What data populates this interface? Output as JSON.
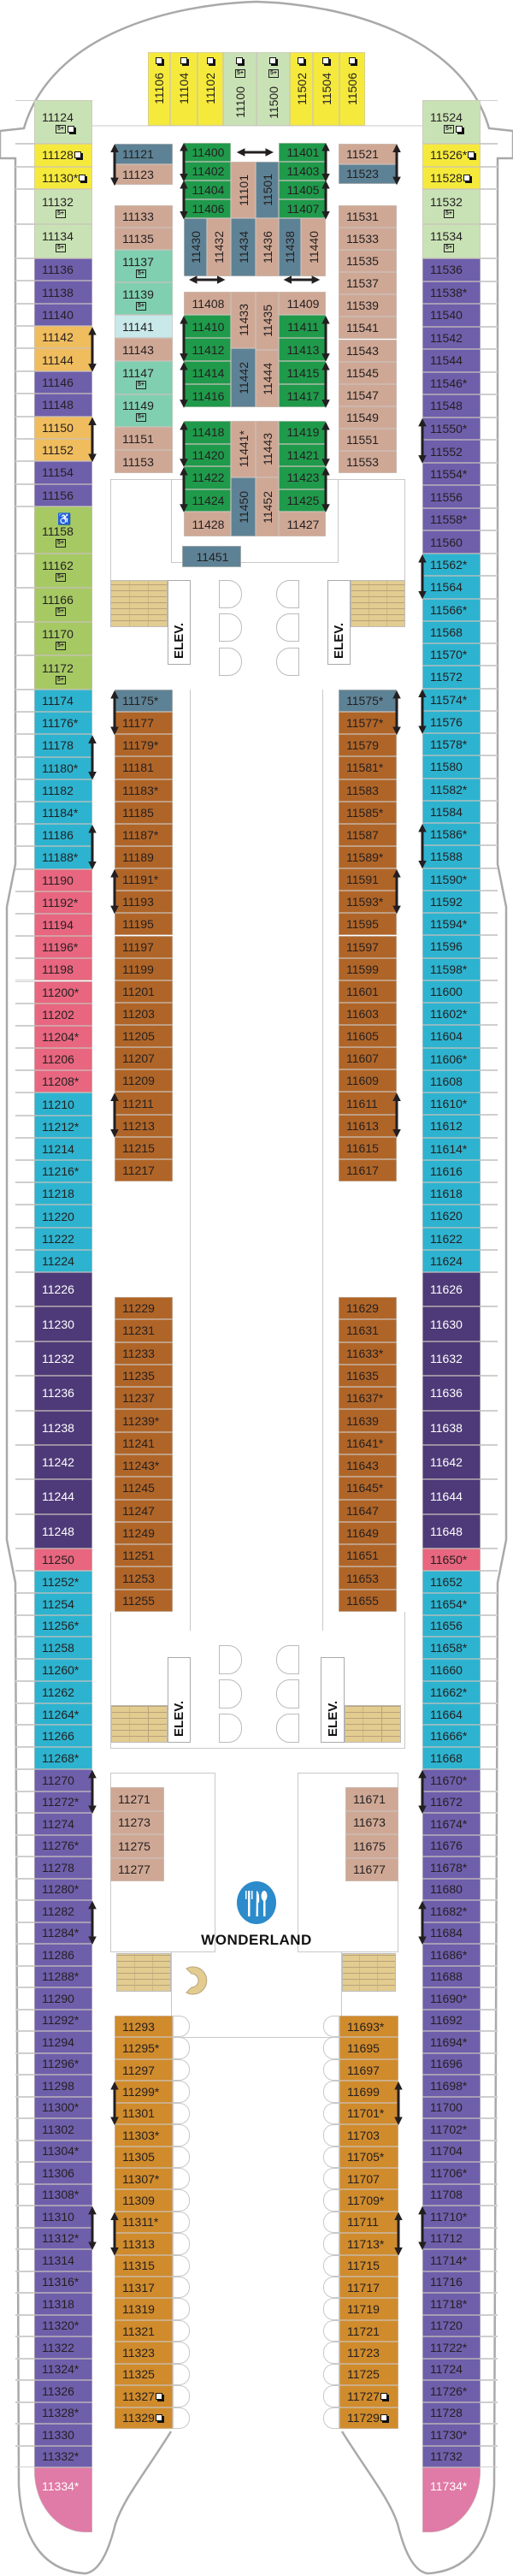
{
  "categories": {
    "yellow": {
      "bg": "#f5ea3c",
      "fg": "#231f20"
    },
    "lightgreen": {
      "bg": "#c9e2b5",
      "fg": "#231f20"
    },
    "green": {
      "bg": "#a6c964",
      "fg": "#231f20"
    },
    "purple": {
      "bg": "#6e5fab",
      "fg": "#231f20"
    },
    "orange": {
      "bg": "#f0bd5e",
      "fg": "#231f20"
    },
    "tan": {
      "bg": "#cfa895",
      "fg": "#231f20"
    },
    "slate": {
      "bg": "#5e8295",
      "fg": "#231f20"
    },
    "darkgreen": {
      "bg": "#1f9a4b",
      "fg": "#231f20"
    },
    "teal": {
      "bg": "#80cfb0",
      "fg": "#231f20"
    },
    "lightcyan": {
      "bg": "#c8e8ea",
      "fg": "#231f20"
    },
    "cyan": {
      "bg": "#2db3cf",
      "fg": "#231f20"
    },
    "pink": {
      "bg": "#e8667f",
      "fg": "#231f20"
    },
    "darkpurple": {
      "bg": "#4e3a78",
      "fg": "#ffffff"
    },
    "brown": {
      "bg": "#b06528",
      "fg": "#231f20"
    },
    "amber": {
      "bg": "#d08b2c",
      "fg": "#231f20"
    },
    "pinktail": {
      "bg": "#e07aa6",
      "fg": "#ffffff"
    }
  },
  "labels": {
    "elevator": "ELEV.",
    "restaurant": "WONDERLAND",
    "five_plus_icon": "5+"
  },
  "bow_cabins": [
    {
      "n": "11106",
      "cat": "yellow"
    },
    {
      "n": "11104",
      "cat": "yellow"
    },
    {
      "n": "11102",
      "cat": "yellow"
    },
    {
      "n": "11100",
      "cat": "lightgreen"
    },
    {
      "n": "11500",
      "cat": "lightgreen"
    },
    {
      "n": "11502",
      "cat": "yellow"
    },
    {
      "n": "11504",
      "cat": "yellow"
    },
    {
      "n": "11506",
      "cat": "yellow"
    }
  ],
  "columns": {
    "left_outer": [
      {
        "cat": "lightgreen",
        "cabins": [
          "11124"
        ]
      },
      {
        "cat": "yellow",
        "cabins": [
          "11128",
          "11130*"
        ]
      },
      {
        "cat": "lightgreen",
        "cabins": [
          "11132",
          "11134"
        ]
      },
      {
        "cat": "purple",
        "cabins": [
          "11136",
          "11138",
          "11140"
        ]
      },
      {
        "cat": "orange",
        "cabins": [
          "11142",
          "11144"
        ]
      },
      {
        "cat": "purple",
        "cabins": [
          "11146",
          "11148"
        ]
      },
      {
        "cat": "orange",
        "cabins": [
          "11150",
          "11152"
        ]
      },
      {
        "cat": "purple",
        "cabins": [
          "11154",
          "11156"
        ]
      },
      {
        "cat": "green",
        "cabins": [
          "11158",
          "11162",
          "11166",
          "11170",
          "11172"
        ]
      },
      {
        "cat": "cyan",
        "cabins": [
          "11174",
          "11176*",
          "11178",
          "11180*",
          "11182",
          "11184*",
          "11186",
          "11188*"
        ]
      },
      {
        "cat": "pink",
        "cabins": [
          "11190",
          "11192*",
          "11194",
          "11196*",
          "11198",
          "11200*",
          "11202",
          "11204*",
          "11206",
          "11208*"
        ]
      },
      {
        "cat": "cyan",
        "cabins": [
          "11210",
          "11212*",
          "11214",
          "11216*",
          "11218",
          "11220",
          "11222",
          "11224"
        ]
      },
      {
        "cat": "darkpurple",
        "cabins": [
          "11226",
          "11230",
          "11232",
          "11236",
          "11238",
          "11242",
          "11244",
          "11248"
        ]
      },
      {
        "cat": "pink",
        "cabins": [
          "11250"
        ]
      },
      {
        "cat": "cyan",
        "cabins": [
          "11252*",
          "11254",
          "11256*",
          "11258",
          "11260*",
          "11262",
          "11264*",
          "11266",
          "11268*"
        ]
      },
      {
        "cat": "purple",
        "cabins": [
          "11270",
          "11272*",
          "11274",
          "11276*",
          "11278",
          "11280*",
          "11282",
          "11284*",
          "11286",
          "11288*",
          "11290",
          "11292*",
          "11294",
          "11296*",
          "11298",
          "11300*",
          "11302",
          "11304*",
          "11306",
          "11308*",
          "11310",
          "11312*",
          "11314",
          "11316*",
          "11318",
          "11320*",
          "11322",
          "11324*",
          "11326",
          "11328*",
          "11330",
          "11332*"
        ]
      },
      {
        "cat": "pinktail",
        "cabins": [
          "11334*"
        ]
      }
    ],
    "right_outer": [
      {
        "cat": "lightgreen",
        "cabins": [
          "11524"
        ]
      },
      {
        "cat": "yellow",
        "cabins": [
          "11526*",
          "11528"
        ]
      },
      {
        "cat": "lightgreen",
        "cabins": [
          "11532",
          "11534"
        ]
      },
      {
        "cat": "purple",
        "cabins": [
          "11536",
          "11538*",
          "11540",
          "11542",
          "11544",
          "11546*",
          "11548",
          "11550*",
          "11552",
          "11554*",
          "11556",
          "11558*",
          "11560"
        ]
      },
      {
        "cat": "cyan",
        "cabins": [
          "11562*",
          "11564",
          "11566*",
          "11568",
          "11570*",
          "11572",
          "11574*",
          "11576",
          "11578*",
          "11580",
          "11582*",
          "11584",
          "11586*",
          "11588",
          "11590*",
          "11592",
          "11594*",
          "11596",
          "11598*",
          "11600",
          "11602*",
          "11604",
          "11606*",
          "11608",
          "11610*",
          "11612",
          "11614*",
          "11616",
          "11618",
          "11620",
          "11622",
          "11624"
        ]
      },
      {
        "cat": "darkpurple",
        "cabins": [
          "11626",
          "11630",
          "11632",
          "11636",
          "11638",
          "11642",
          "11644",
          "11648"
        ]
      },
      {
        "cat": "pink",
        "cabins": [
          "11650*"
        ]
      },
      {
        "cat": "cyan",
        "cabins": [
          "11652",
          "11654*",
          "11656",
          "11658*",
          "11660",
          "11662*",
          "11664",
          "11666*",
          "11668"
        ]
      },
      {
        "cat": "purple",
        "cabins": [
          "11670*",
          "11672",
          "11674*",
          "11676",
          "11678*",
          "11680",
          "11682*",
          "11684",
          "11686*",
          "11688",
          "11690*",
          "11692",
          "11694*",
          "11696",
          "11698*",
          "11700",
          "11702*",
          "11704",
          "11706*",
          "11708",
          "11710*",
          "11712",
          "11714*",
          "11716",
          "11718*",
          "11720",
          "11722*",
          "11724",
          "11726*",
          "11728",
          "11730*",
          "11732"
        ]
      },
      {
        "cat": "pinktail",
        "cabins": [
          "11734*"
        ]
      }
    ],
    "inner_left": [
      {
        "cat": "slate",
        "cabins": [
          "11121"
        ]
      },
      {
        "cat": "tan",
        "cabins": [
          "11123",
          "11133",
          "11135"
        ]
      },
      {
        "cat": "teal",
        "cabins": [
          "11137",
          "11139"
        ]
      },
      {
        "cat": "lightcyan",
        "cabins": [
          "11141"
        ]
      },
      {
        "cat": "tan",
        "cabins": [
          "11143"
        ]
      },
      {
        "cat": "teal",
        "cabins": [
          "11147",
          "11149"
        ]
      },
      {
        "cat": "tan",
        "cabins": [
          "11151",
          "11153"
        ]
      },
      {
        "cat": "slate",
        "cabins": [
          "11175*"
        ]
      },
      {
        "cat": "brown",
        "cabins": [
          "11177",
          "11179*",
          "11181",
          "11183*",
          "11185",
          "11187*",
          "11189",
          "11191*",
          "11193",
          "11195",
          "11197",
          "11199",
          "11201",
          "11203",
          "11205",
          "11207",
          "11209",
          "11211",
          "11213",
          "11215",
          "11217"
        ]
      },
      {
        "cat": "brown",
        "cabins": [
          "11229",
          "11231",
          "11233",
          "11235",
          "11237",
          "11239*",
          "11241",
          "11243*",
          "11245",
          "11247",
          "11249",
          "11251",
          "11253",
          "11255"
        ]
      }
    ],
    "inner_right": [
      {
        "cat": "tan",
        "cabins": [
          "11521"
        ]
      },
      {
        "cat": "slate",
        "cabins": [
          "11523"
        ]
      },
      {
        "cat": "tan",
        "cabins": [
          "11531",
          "11533",
          "11535",
          "11537",
          "11539",
          "11541",
          "11543",
          "11545",
          "11547",
          "11549",
          "11551",
          "11553"
        ]
      },
      {
        "cat": "slate",
        "cabins": [
          "11575*"
        ]
      },
      {
        "cat": "brown",
        "cabins": [
          "11577*",
          "11579",
          "11581*",
          "11583",
          "11585*",
          "11587",
          "11589*",
          "11591",
          "11593*",
          "11595",
          "11597",
          "11599",
          "11601",
          "11603",
          "11605",
          "11607",
          "11609",
          "11611",
          "11613",
          "11615",
          "11617"
        ]
      },
      {
        "cat": "brown",
        "cabins": [
          "11629",
          "11631",
          "11633*",
          "11635",
          "11637*",
          "11639",
          "11641*",
          "11643",
          "11645*",
          "11647",
          "11649",
          "11651",
          "11653",
          "11655"
        ]
      }
    ],
    "wonderland_left": [
      {
        "cat": "tan",
        "cabins": [
          "11271",
          "11273",
          "11275",
          "11277"
        ]
      }
    ],
    "wonderland_right": [
      {
        "cat": "tan",
        "cabins": [
          "11671",
          "11673",
          "11675",
          "11677"
        ]
      }
    ],
    "aft_left": [
      {
        "cat": "amber",
        "cabins": [
          "11293",
          "11295*",
          "11297",
          "11299*",
          "11301",
          "11303*",
          "11305",
          "11307*",
          "11309",
          "11311*",
          "11313",
          "11315",
          "11317",
          "11319",
          "11321",
          "11323",
          "11325",
          "11327",
          "11329"
        ]
      }
    ],
    "aft_right": [
      {
        "cat": "amber",
        "cabins": [
          "11693*",
          "11695",
          "11697",
          "11699",
          "11701*",
          "11703",
          "11705*",
          "11707",
          "11709*",
          "11711",
          "11713*",
          "11715",
          "11717",
          "11719",
          "11721",
          "11723",
          "11725",
          "11727",
          "11729"
        ]
      }
    ]
  },
  "center_cabins": [
    {
      "n": "11400",
      "cat": "darkgreen"
    },
    {
      "n": "11402",
      "cat": "darkgreen"
    },
    {
      "n": "11404",
      "cat": "darkgreen"
    },
    {
      "n": "11406",
      "cat": "darkgreen"
    },
    {
      "n": "11401",
      "cat": "darkgreen"
    },
    {
      "n": "11403",
      "cat": "darkgreen"
    },
    {
      "n": "11405",
      "cat": "darkgreen"
    },
    {
      "n": "11407",
      "cat": "darkgreen"
    },
    {
      "n": "11101",
      "cat": "tan"
    },
    {
      "n": "11501",
      "cat": "slate"
    },
    {
      "n": "11430",
      "cat": "slate"
    },
    {
      "n": "11432",
      "cat": "tan"
    },
    {
      "n": "11434",
      "cat": "slate"
    },
    {
      "n": "11436",
      "cat": "tan"
    },
    {
      "n": "11438",
      "cat": "slate"
    },
    {
      "n": "11440",
      "cat": "tan"
    },
    {
      "n": "11408",
      "cat": "tan"
    },
    {
      "n": "11409",
      "cat": "tan"
    },
    {
      "n": "11410",
      "cat": "darkgreen"
    },
    {
      "n": "11412",
      "cat": "darkgreen"
    },
    {
      "n": "11414",
      "cat": "darkgreen"
    },
    {
      "n": "11416",
      "cat": "darkgreen"
    },
    {
      "n": "11411",
      "cat": "darkgreen"
    },
    {
      "n": "11413",
      "cat": "darkgreen"
    },
    {
      "n": "11415",
      "cat": "darkgreen"
    },
    {
      "n": "11417",
      "cat": "darkgreen"
    },
    {
      "n": "11433",
      "cat": "tan"
    },
    {
      "n": "11435",
      "cat": "tan"
    },
    {
      "n": "11442",
      "cat": "slate"
    },
    {
      "n": "11444",
      "cat": "tan"
    },
    {
      "n": "11418",
      "cat": "darkgreen"
    },
    {
      "n": "11420",
      "cat": "darkgreen"
    },
    {
      "n": "11422",
      "cat": "darkgreen"
    },
    {
      "n": "11424",
      "cat": "darkgreen"
    },
    {
      "n": "11428",
      "cat": "tan"
    },
    {
      "n": "11419",
      "cat": "darkgreen"
    },
    {
      "n": "11421",
      "cat": "darkgreen"
    },
    {
      "n": "11423",
      "cat": "darkgreen"
    },
    {
      "n": "11425",
      "cat": "darkgreen"
    },
    {
      "n": "11427",
      "cat": "tan"
    },
    {
      "n": "11441*",
      "cat": "tan"
    },
    {
      "n": "11443",
      "cat": "tan"
    },
    {
      "n": "11450",
      "cat": "slate"
    },
    {
      "n": "11452",
      "cat": "tan"
    },
    {
      "n": "11451",
      "cat": "slate"
    }
  ],
  "cabin_icons": {
    "11106": [
      "suite"
    ],
    "11104": [
      "suite"
    ],
    "11102": [
      "suite"
    ],
    "11100": [
      "suite",
      "five_plus"
    ],
    "11500": [
      "suite",
      "five_plus"
    ],
    "11502": [
      "suite"
    ],
    "11504": [
      "suite"
    ],
    "11506": [
      "suite"
    ],
    "11124": [
      "five_plus",
      "suite"
    ],
    "11128": [
      "suite"
    ],
    "11130": [
      "suite"
    ],
    "11132": [
      "five_plus"
    ],
    "11134": [
      "five_plus"
    ],
    "11158": [
      "accessible",
      "five_plus"
    ],
    "11162": [
      "five_plus"
    ],
    "11166": [
      "five_plus"
    ],
    "11170": [
      "five_plus"
    ],
    "11172": [
      "five_plus"
    ],
    "11137": [
      "five_plus"
    ],
    "11139": [
      "five_plus"
    ],
    "11147": [
      "five_plus"
    ],
    "11149": [
      "five_plus"
    ],
    "11524": [
      "five_plus",
      "suite"
    ],
    "11526": [
      "suite"
    ],
    "11528": [
      "suite"
    ],
    "11532": [
      "five_plus"
    ],
    "11534": [
      "five_plus"
    ],
    "11327": [
      "suite"
    ],
    "11329": [
      "suite"
    ],
    "11727": [
      "suite"
    ],
    "11729": [
      "suite"
    ]
  },
  "connecting_pairs": [
    [
      "11142",
      "11144"
    ],
    [
      "11150",
      "11152"
    ],
    [
      "11178",
      "11180"
    ],
    [
      "11186",
      "11188"
    ],
    [
      "11270",
      "11272"
    ],
    [
      "11282",
      "11284"
    ],
    [
      "11310",
      "11312"
    ],
    [
      "11550",
      "11552"
    ],
    [
      "11562",
      "11564"
    ],
    [
      "11574",
      "11576"
    ],
    [
      "11586",
      "11588"
    ],
    [
      "11670",
      "11672"
    ],
    [
      "11682",
      "11684"
    ],
    [
      "11710",
      "11712"
    ],
    [
      "11121",
      "11123"
    ],
    [
      "11521",
      "11523"
    ],
    [
      "11400",
      "11402"
    ],
    [
      "11404",
      "11406"
    ],
    [
      "11401",
      "11403"
    ],
    [
      "11405",
      "11407"
    ],
    [
      "11101",
      "11501"
    ],
    [
      "11430",
      "11432"
    ],
    [
      "11438",
      "11440"
    ],
    [
      "11410",
      "11412"
    ],
    [
      "11414",
      "11416"
    ],
    [
      "11411",
      "11413"
    ],
    [
      "11415",
      "11417"
    ],
    [
      "11418",
      "11420"
    ],
    [
      "11422",
      "11424"
    ],
    [
      "11419",
      "11421"
    ],
    [
      "11423",
      "11425"
    ],
    [
      "11175",
      "11177"
    ],
    [
      "11191",
      "11193"
    ],
    [
      "11211",
      "11213"
    ],
    [
      "11575",
      "11577"
    ],
    [
      "11591",
      "11593"
    ],
    [
      "11611",
      "11613"
    ],
    [
      "11299",
      "11301"
    ],
    [
      "11311",
      "11313"
    ],
    [
      "11699",
      "11701"
    ],
    [
      "11711",
      "11713"
    ]
  ]
}
